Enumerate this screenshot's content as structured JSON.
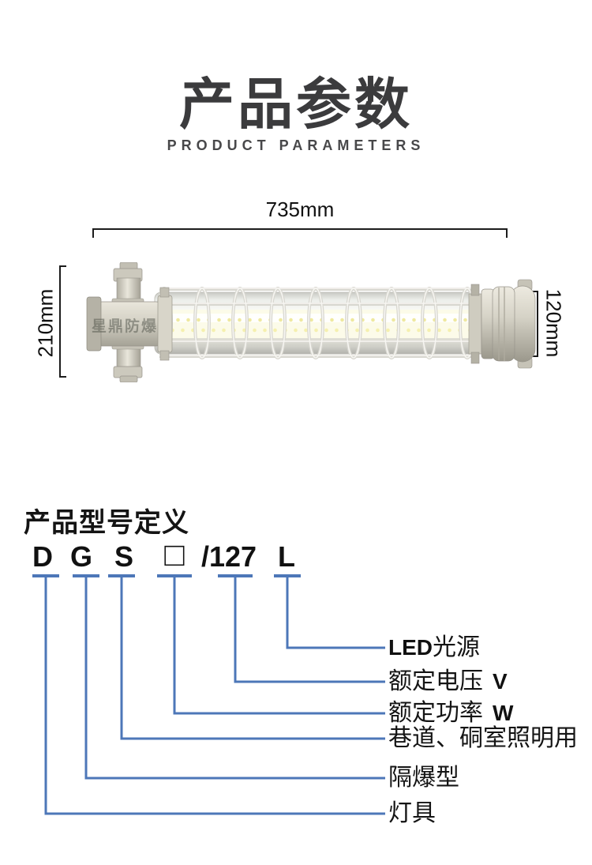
{
  "colors": {
    "connector_blue": "#4d77b8",
    "title_gray": "#3b3b3d",
    "dimension_black": "#111111"
  },
  "header": {
    "title": "产品参数",
    "subtitle": "PRODUCT PARAMETERS"
  },
  "product": {
    "watermark": "星鼎防爆",
    "dimensions": {
      "width": "735mm",
      "height_left": "210mm",
      "height_right": "120mm"
    }
  },
  "model": {
    "heading": "产品型号定义",
    "code": [
      {
        "char": "D"
      },
      {
        "char": "G"
      },
      {
        "char": "S"
      },
      {
        "char": "□"
      },
      {
        "char": "/127"
      },
      {
        "char": "L"
      }
    ],
    "legend": [
      {
        "for_char": "L",
        "prefix": "LED",
        "cjk": "光源",
        "suffix": ""
      },
      {
        "for_char": "/127",
        "prefix": "",
        "cjk": "额定电压",
        "suffix": "V"
      },
      {
        "for_char": "□",
        "prefix": "",
        "cjk": "额定功率",
        "suffix": "W"
      },
      {
        "for_char": "S",
        "prefix": "",
        "cjk": "巷道、硐室照明用",
        "suffix": ""
      },
      {
        "for_char": "G",
        "prefix": "",
        "cjk": "隔爆型",
        "suffix": ""
      },
      {
        "for_char": "D",
        "prefix": "",
        "cjk": "灯具",
        "suffix": ""
      }
    ]
  }
}
